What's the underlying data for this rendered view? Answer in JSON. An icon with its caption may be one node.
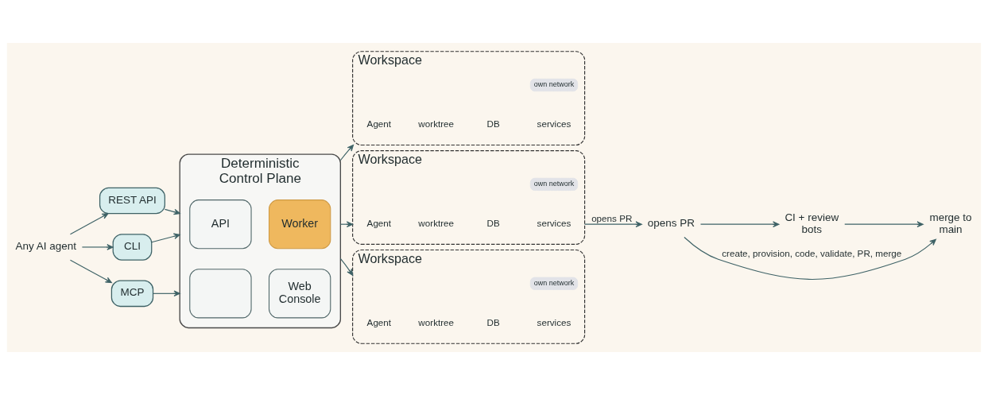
{
  "diagram": {
    "nodes": [
      {
        "text": [
          "Any AI agent"
        ]
      },
      {
        "text": [
          "REST API"
        ]
      },
      {
        "text": [
          "CLI"
        ]
      },
      {
        "text": [
          "MCP"
        ]
      },
      {
        "text": [
          "Deterministic Control Plane"
        ]
      },
      {
        "text": [
          "API"
        ],
        "in": 4
      },
      {
        "text": [
          "Worker"
        ],
        "in": 4
      },
      {
        "text": [],
        "shape": "box",
        "in": 4
      },
      {
        "text": [
          "Web Console"
        ],
        "in": 4
      },
      {
        "text": [
          "Workspace"
        ]
      },
      {
        "text": [
          "own network"
        ],
        "in": 9
      },
      {
        "text": [
          "Agent"
        ],
        "in": 9
      },
      {
        "text": [
          "worktree"
        ],
        "in": 9
      },
      {
        "text": [
          "DB"
        ],
        "in": 9
      },
      {
        "text": [
          "services"
        ],
        "in": 9
      },
      {
        "text": [
          "Workspace"
        ]
      },
      {
        "text": [
          "own network"
        ],
        "in": 15
      },
      {
        "text": [
          "Agent"
        ],
        "in": 15
      },
      {
        "text": [
          "worktree"
        ],
        "in": 15
      },
      {
        "text": [
          "DB"
        ],
        "in": 15
      },
      {
        "text": [
          "services"
        ],
        "in": 15
      },
      {
        "text": [
          "Workspace"
        ]
      },
      {
        "text": [
          "own network"
        ],
        "in": 21
      },
      {
        "text": [
          "Agent"
        ],
        "in": 21
      },
      {
        "text": [
          "worktree"
        ],
        "in": 21
      },
      {
        "text": [
          "DB"
        ],
        "in": 21
      },
      {
        "text": [
          "services"
        ],
        "in": 21
      },
      {
        "text": [
          "opens PR"
        ]
      },
      {
        "text": [
          "CI + review bots"
        ]
      },
      {
        "text": [
          "merge to main"
        ]
      }
    ],
    "edges": [
      {
        "from": 0,
        "to": 1,
        "arrow": "to"
      },
      {
        "from": 0,
        "to": 2,
        "arrow": "to"
      },
      {
        "from": 0,
        "to": 3,
        "arrow": "to"
      },
      {
        "from": 1,
        "to": 4,
        "arrow": "to"
      },
      {
        "from": 2,
        "to": 4,
        "arrow": "to"
      },
      {
        "from": 3,
        "to": 4,
        "arrow": "to"
      },
      {
        "from": 4,
        "to": 9,
        "arrow": "to"
      },
      {
        "from": 4,
        "to": 15,
        "arrow": "to"
      },
      {
        "from": 4,
        "to": 21,
        "arrow": "to"
      },
      {
        "from": 15,
        "to": 27,
        "arrow": "to",
        "label": "opens PR"
      },
      {
        "from": 27,
        "to": 28,
        "arrow": "to"
      },
      {
        "from": 28,
        "to": 29,
        "arrow": "to"
      },
      {
        "from": 27,
        "to": 29,
        "arrow": "to",
        "label": "create, provision, code, validate, PR, merge"
      }
    ]
  }
}
